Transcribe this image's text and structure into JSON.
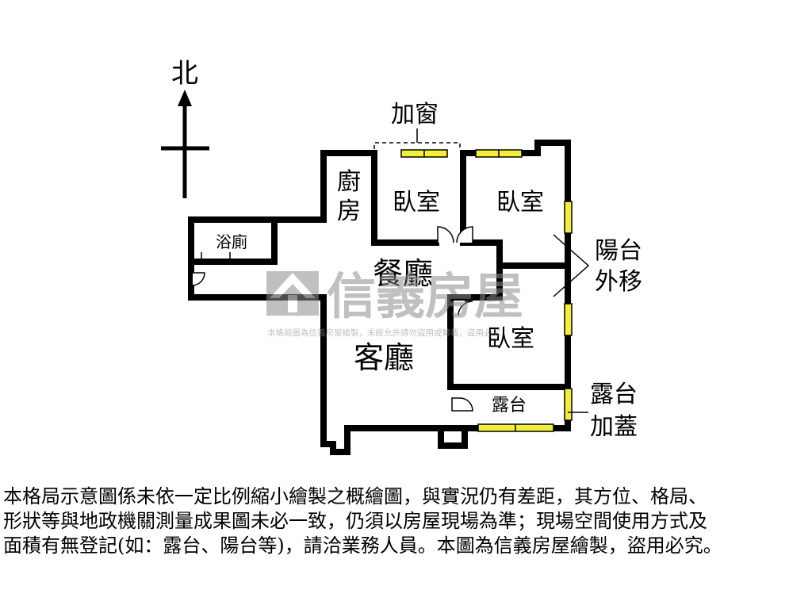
{
  "compass": {
    "label": "北"
  },
  "rooms": {
    "kitchen_line1": "廚",
    "kitchen_line2": "房",
    "bedroom_a": "臥室",
    "bedroom_b": "臥室",
    "bedroom_c": "臥室",
    "bathroom": "浴廁",
    "dining": "餐廳",
    "living": "客廳",
    "terrace": "露台"
  },
  "annotations": {
    "add_window": "加窗",
    "balcony_line1": "陽台",
    "balcony_line2": "外移",
    "terrace_line1": "露台",
    "terrace_line2": "加蓋"
  },
  "watermark": {
    "brand": "信義房屋",
    "notice": "本格局圖為信義房屋繪製，未經允許請勿盜用或轉載，盜用必究"
  },
  "colors": {
    "wall": "#000000",
    "window_fill": "#f2ee3c",
    "watermark": "#9a9a9a"
  },
  "disclaimer": [
    "本格局示意圖係未依一定比例縮小繪製之概繪圖，與實況仍有差距，其方位、格局、",
    "形狀等與地政機關測量成果圖未必一致，仍須以房屋現場為準；現場空間使用方式及",
    "面積有無登記(如：露台、陽台等)，請洽業務人員。本圖為信義房屋繪製，盜用必究。"
  ]
}
